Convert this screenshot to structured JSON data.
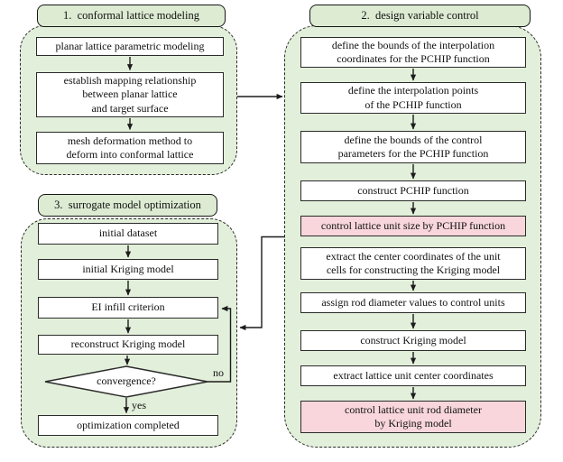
{
  "figure": {
    "type": "flowchart",
    "colors": {
      "container_fill": "#e2efda",
      "title_fill": "#dcebd2",
      "node_fill": "#ffffff",
      "highlight_fill": "#f8d6db",
      "line": "#1c1c1c"
    }
  },
  "sections": {
    "conformal": {
      "title": "1.  conformal lattice modeling",
      "nodes": [
        {
          "label": "planar lattice parametric modeling"
        },
        {
          "label": "establish mapping relationship\nbetween planar lattice\nand target surface"
        },
        {
          "label": "mesh deformation method to\ndeform into conformal lattice"
        }
      ]
    },
    "design": {
      "title": "2.  design variable control",
      "nodes": [
        {
          "label": "define the bounds of the interpolation\ncoordinates for the PCHIP function"
        },
        {
          "label": "define the interpolation points\nof the PCHIP function"
        },
        {
          "label": "define the bounds of the control\nparameters for the PCHIP function"
        },
        {
          "label": "construct PCHIP function"
        },
        {
          "label": "control lattice unit size by PCHIP function",
          "highlight": true
        },
        {
          "label": "extract the center coordinates of the unit\ncells for constructing the Kriging model"
        },
        {
          "label": "assign rod diameter values to control units"
        },
        {
          "label": "construct Kriging model"
        },
        {
          "label": "extract lattice unit center coordinates"
        },
        {
          "label": "control lattice unit rod diameter\nby Kriging model",
          "highlight": true
        }
      ]
    },
    "surrogate": {
      "title": "3.  surrogate model optimization",
      "nodes": [
        {
          "label": "initial dataset"
        },
        {
          "label": "initial Kriging model"
        },
        {
          "label": "EI infill criterion"
        },
        {
          "label": "reconstruct Kriging model"
        },
        {
          "label": "optimization completed"
        }
      ],
      "decision": {
        "label": "convergence?",
        "yes_label": "yes",
        "no_label": "no"
      }
    }
  }
}
